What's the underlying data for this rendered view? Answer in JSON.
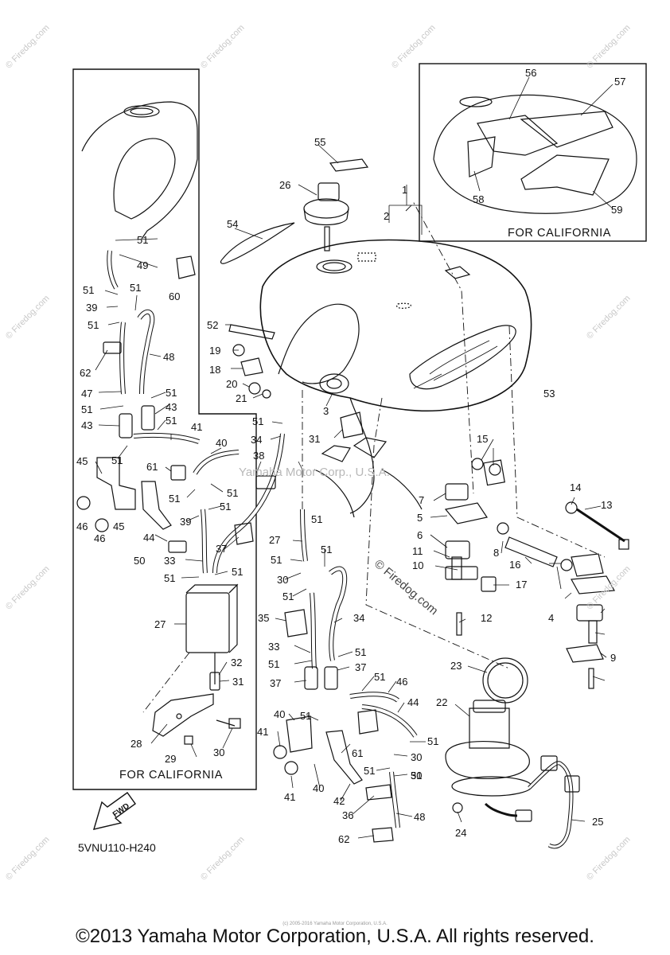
{
  "copyright": "©2013 Yamaha Motor Corporation, U.S.A. All rights reserved.",
  "tiny_copyright": "(c) 2005-2016 Yamaha Motor Corporation, U.S.A.",
  "diagram_code": "5VNU110-H240",
  "fwd_label": "FWD",
  "box_notes": {
    "left_box": "FOR CALIFORNIA",
    "top_right_box": "FOR CALIFORNIA"
  },
  "watermarks": {
    "firedog": "© Firedog.com",
    "center": "Yamaha Motor Corp., U.S.A.",
    "diagonal": "© Firedog.com"
  },
  "callouts": [
    "1",
    "2",
    "3",
    "4",
    "5",
    "6",
    "7",
    "8",
    "9",
    "10",
    "11",
    "12",
    "13",
    "14",
    "15",
    "16",
    "17",
    "18",
    "19",
    "20",
    "21",
    "22",
    "23",
    "24",
    "25",
    "26",
    "27",
    "28",
    "29",
    "30",
    "31",
    "32",
    "33",
    "34",
    "35",
    "36",
    "37",
    "38",
    "39",
    "40",
    "41",
    "42",
    "43",
    "44",
    "45",
    "46",
    "47",
    "48",
    "49",
    "50",
    "51",
    "52",
    "53",
    "54",
    "55",
    "56",
    "57",
    "58",
    "59",
    "60",
    "61",
    "62"
  ]
}
